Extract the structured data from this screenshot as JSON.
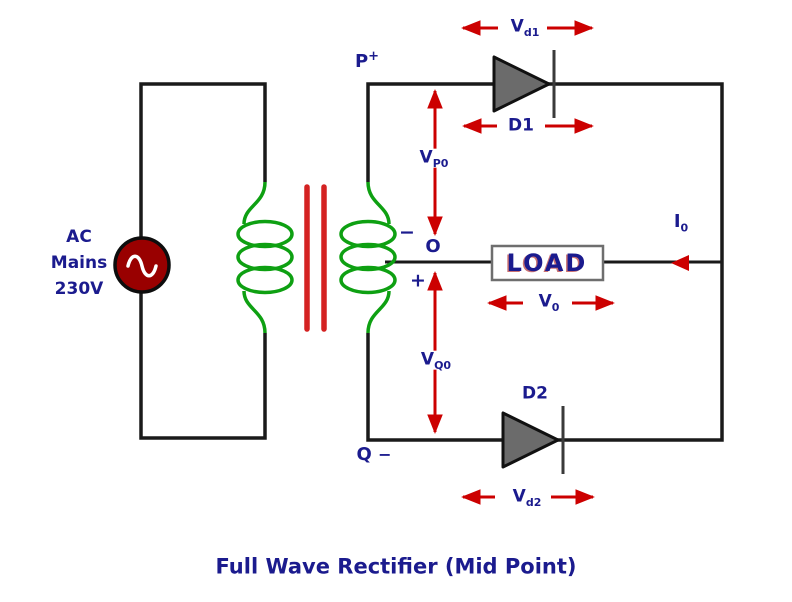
{
  "title": "Full Wave Rectifier (Mid Point)",
  "source": {
    "line1": "AC",
    "line2": "Mains",
    "line3": "230V"
  },
  "load_label": "LOAD",
  "terminals": {
    "p_base": "P",
    "p_sup": "+",
    "o": "O",
    "q_base": "Q",
    "q_suffix": "−",
    "center_minus": "−",
    "center_plus": "+"
  },
  "diodes": {
    "d1": "D1",
    "d2": "D2"
  },
  "measurements": {
    "vd1_base": "V",
    "vd1_sub": "d1",
    "vp0_base": "V",
    "vp0_sub": "P0",
    "vq0_base": "V",
    "vq0_sub": "Q0",
    "v0_base": "V",
    "v0_sub": "0",
    "vd2_base": "V",
    "vd2_sub": "d2",
    "i0_base": "I",
    "i0_sub": "0"
  },
  "colors": {
    "wire": "#1a1a1a",
    "coil_green": "#0ea012",
    "core_red": "#d42222",
    "arrow_red": "#cc0000",
    "label_navy": "#1b1b8e",
    "source_fill": "#990000",
    "diode_fill": "#6b6b6b",
    "load_border": "#6e6e6e"
  }
}
